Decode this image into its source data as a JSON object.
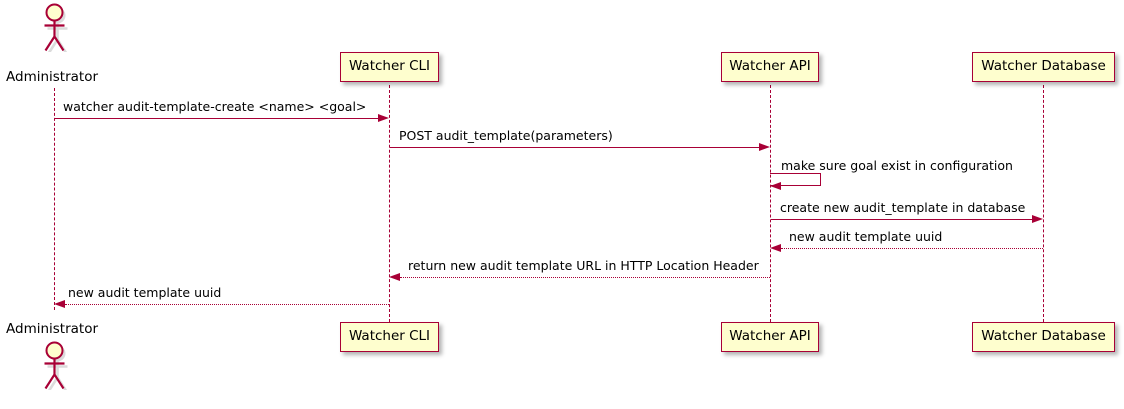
{
  "diagram": {
    "kind": "sequence-diagram",
    "colors": {
      "box_fill": "#FEFECE",
      "line": "#A80036",
      "text": "#000000",
      "background": "#FFFFFF"
    }
  },
  "participants": [
    {
      "name": "Administrator",
      "type": "actor",
      "label": "Administrator"
    },
    {
      "name": "Watcher CLI",
      "type": "participant",
      "label": "Watcher CLI"
    },
    {
      "name": "Watcher API",
      "type": "participant",
      "label": "Watcher API"
    },
    {
      "name": "Watcher Database",
      "type": "participant",
      "label": "Watcher Database"
    }
  ],
  "messages": [
    {
      "index": 1,
      "from": "Administrator",
      "to": "Watcher CLI",
      "label": "watcher audit-template-create <name> <goal>",
      "style": "solid",
      "direction": "right"
    },
    {
      "index": 2,
      "from": "Watcher CLI",
      "to": "Watcher API",
      "label": "POST audit_template(parameters)",
      "style": "solid",
      "direction": "right"
    },
    {
      "index": 3,
      "from": "Watcher API",
      "to": "Watcher API",
      "label": "make sure goal exist in configuration",
      "style": "solid",
      "direction": "self"
    },
    {
      "index": 4,
      "from": "Watcher API",
      "to": "Watcher Database",
      "label": "create new audit_template in database",
      "style": "solid",
      "direction": "right"
    },
    {
      "index": 5,
      "from": "Watcher Database",
      "to": "Watcher API",
      "label": "new audit template uuid",
      "style": "dotted",
      "direction": "left"
    },
    {
      "index": 6,
      "from": "Watcher API",
      "to": "Watcher CLI",
      "label": "return new audit template URL in HTTP Location Header",
      "style": "dotted",
      "direction": "left"
    },
    {
      "index": 7,
      "from": "Watcher CLI",
      "to": "Administrator",
      "label": "new audit template uuid",
      "style": "dotted",
      "direction": "left"
    }
  ]
}
